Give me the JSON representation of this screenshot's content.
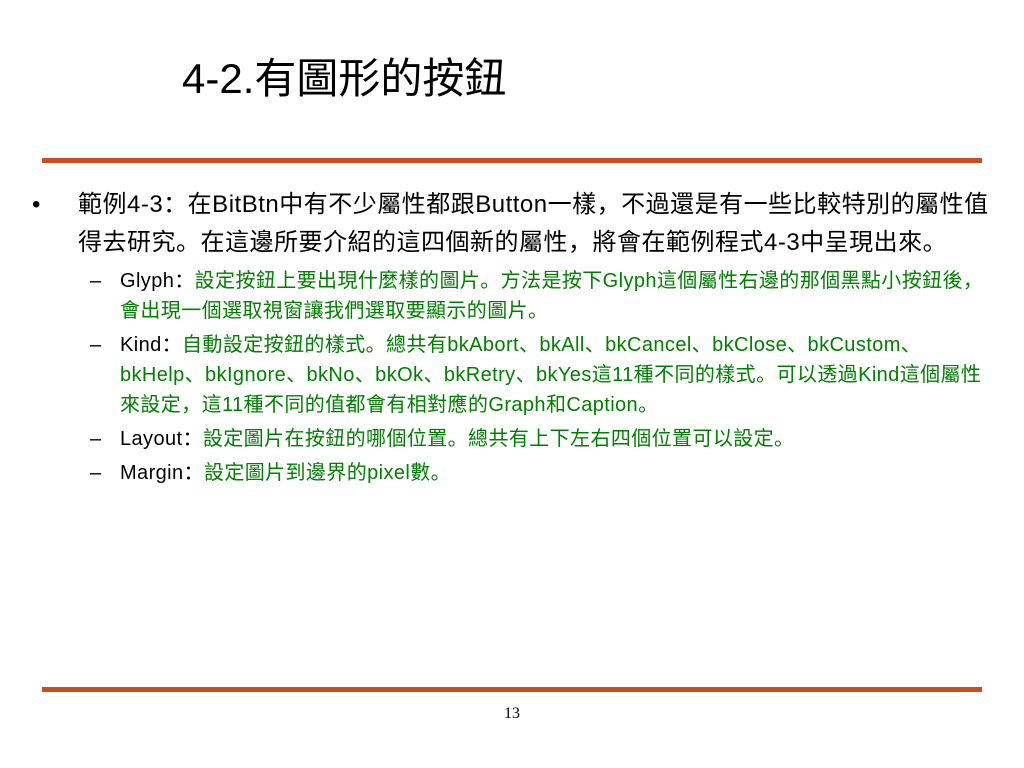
{
  "slide": {
    "title": "4-2.有圖形的按鈕",
    "page_number": "13"
  },
  "colors": {
    "rule": "#c8501e",
    "sub_text": "#008000",
    "body_text": "#000000"
  },
  "bullet": {
    "symbol": "•",
    "text": "範例4-3：在BitBtn中有不少屬性都跟Button一樣，不過還是有一些比較特別的屬性值得去研究。在這邊所要介紹的這四個新的屬性，將會在範例程式4-3中呈現出來。"
  },
  "sub_items": [
    {
      "dash": "–",
      "term": "Glyph：",
      "desc": "設定按鈕上要出現什麼樣的圖片。方法是按下Glyph這個屬性右邊的那個黑點小按鈕後，會出現一個選取視窗讓我們選取要顯示的圖片。"
    },
    {
      "dash": "–",
      "term": "Kind：",
      "desc": "自動設定按鈕的樣式。總共有bkAbort、bkAll、bkCancel、bkClose、bkCustom、bkHelp、bkIgnore、bkNo、bkOk、bkRetry、bkYes這11種不同的樣式。可以透過Kind這個屬性來設定，這11種不同的值都會有相對應的Graph和Caption。"
    },
    {
      "dash": "–",
      "term": "Layout：",
      "desc": "設定圖片在按鈕的哪個位置。總共有上下左右四個位置可以設定。"
    },
    {
      "dash": "–",
      "term": "Margin：",
      "desc": "設定圖片到邊界的pixel數。"
    }
  ]
}
